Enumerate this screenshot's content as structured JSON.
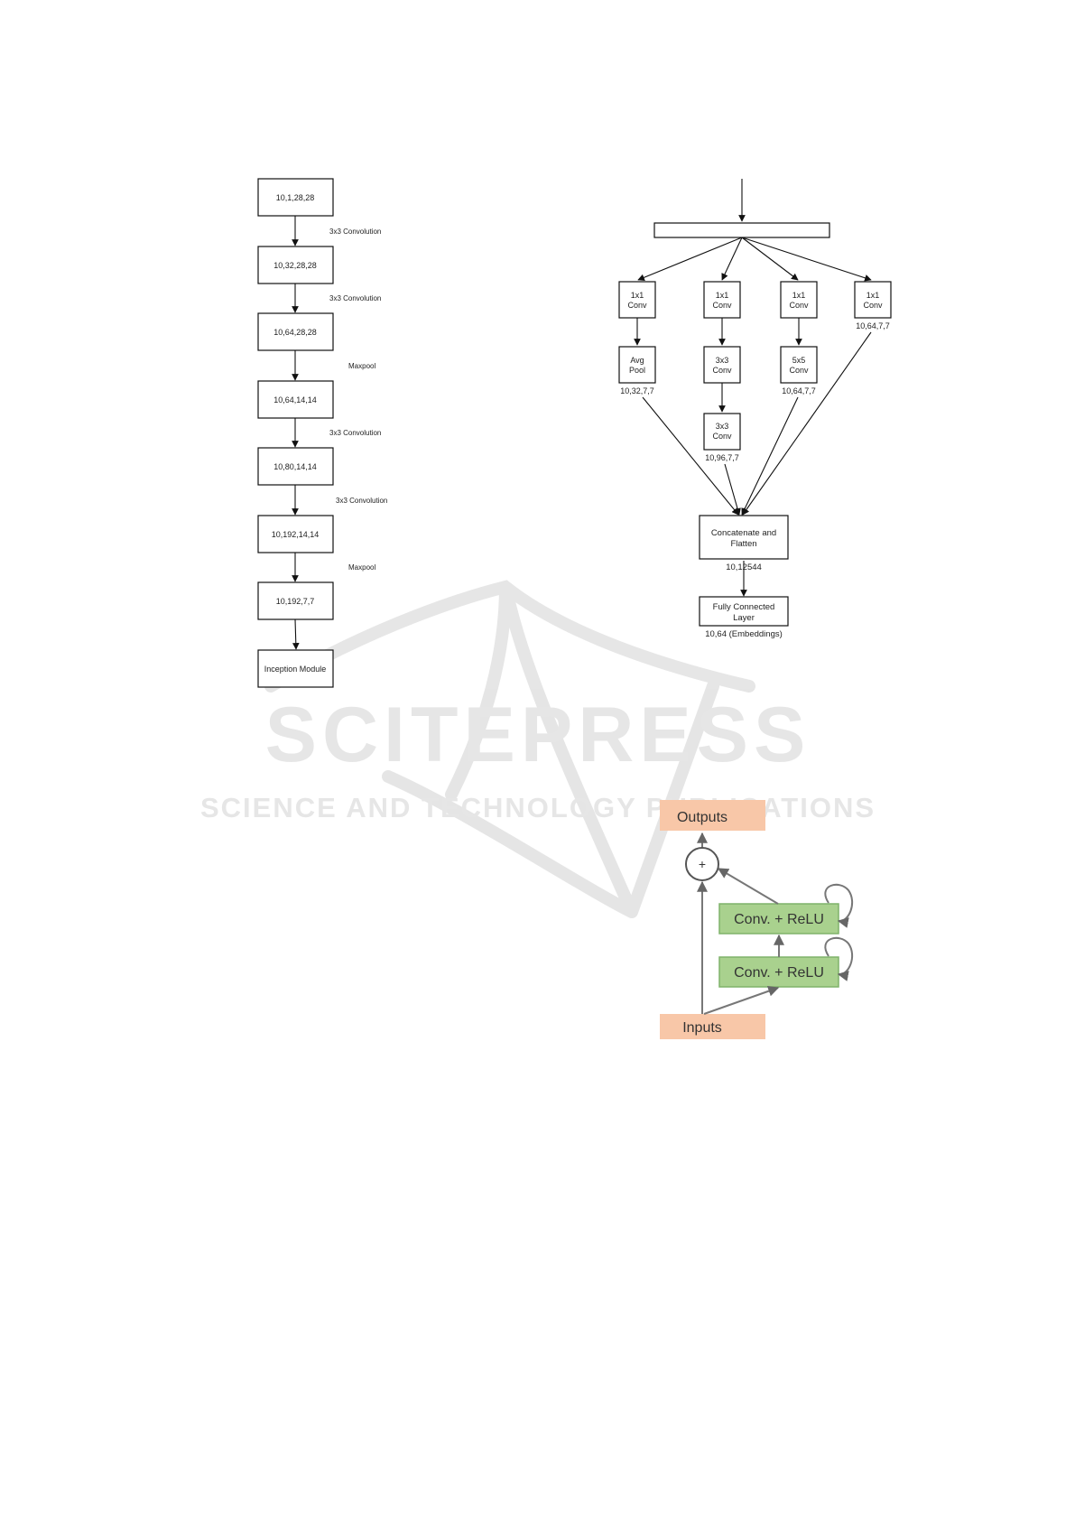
{
  "watermark": {
    "line1": "SCITEPRESS",
    "line2": "SCIENCE AND TECHNOLOGY PUBLICATIONS"
  },
  "left_diagram": {
    "boxes": [
      "10,1,28,28",
      "10,32,28,28",
      "10,64,28,28",
      "10,64,14,14",
      "10,80,14,14",
      "10,192,14,14",
      "10,192,7,7",
      "Inception Module"
    ],
    "ops": [
      "3x3 Convolution",
      "3x3 Convolution",
      "Maxpool",
      "3x3 Convolution",
      "3x3 Convolution",
      "Maxpool",
      ""
    ]
  },
  "inception": {
    "b1_top": [
      "1x1",
      "Conv"
    ],
    "b1_pool": [
      "Avg",
      "Pool"
    ],
    "b1_label": "10,32,7,7",
    "b2_top": [
      "1x1",
      "Conv"
    ],
    "b2_mid": [
      "3x3",
      "Conv"
    ],
    "b2_bot": [
      "3x3",
      "Conv"
    ],
    "b2_label": "10,96,7,7",
    "b3_top": [
      "1x1",
      "Conv"
    ],
    "b3_mid": [
      "5x5",
      "Conv"
    ],
    "b3_label": "10,64,7,7",
    "b4_top": [
      "1x1",
      "Conv"
    ],
    "b4_label": "10,64,7,7",
    "concat": [
      "Concatenate and",
      "Flatten"
    ],
    "concat_label": "10,12544",
    "fc": [
      "Fully Connected",
      "Layer"
    ],
    "fc_label": "10,64 (Embeddings)"
  },
  "residual": {
    "outputs": "Outputs",
    "inputs": "Inputs",
    "plus": "+",
    "conv_top": "Conv. + ReLU",
    "conv_bottom": "Conv. + ReLU",
    "colors": {
      "io": "#f8c7a8",
      "conv": "#a9d18e",
      "conv_border": "#7fb36a"
    }
  }
}
